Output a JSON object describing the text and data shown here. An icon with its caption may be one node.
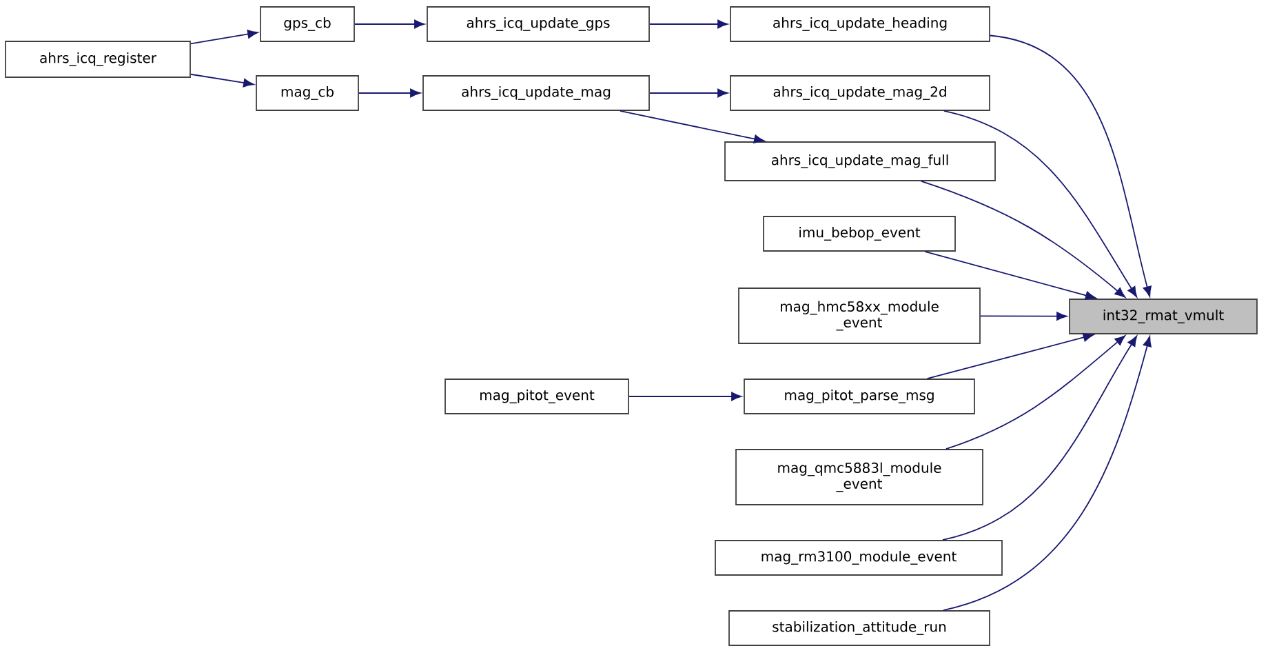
{
  "diagram": {
    "nodes": [
      {
        "text": [
          "int32_rmat_vmult"
        ]
      },
      {
        "text": [
          "ahrs_icq_update_heading"
        ]
      },
      {
        "text": [
          "ahrs_icq_update_mag_2d"
        ]
      },
      {
        "text": [
          "ahrs_icq_update_mag_full"
        ]
      },
      {
        "text": [
          "imu_bebop_event"
        ]
      },
      {
        "text": [
          "mag_hmc58xx_module _event"
        ]
      },
      {
        "text": [
          "mag_pitot_parse_msg"
        ]
      },
      {
        "text": [
          "mag_qmc5883l_module _event"
        ]
      },
      {
        "text": [
          "mag_rm3100_module_event"
        ]
      },
      {
        "text": [
          "stabilization_attitude_run"
        ]
      },
      {
        "text": [
          "ahrs_icq_update_gps"
        ]
      },
      {
        "text": [
          "ahrs_icq_update_mag"
        ]
      },
      {
        "text": [
          "gps_cb"
        ]
      },
      {
        "text": [
          "mag_cb"
        ]
      },
      {
        "text": [
          "ahrs_icq_register"
        ]
      },
      {
        "text": [
          "mag_pitot_event"
        ]
      }
    ],
    "edges": [
      {
        "from": 1,
        "to": 0,
        "arrow": "to"
      },
      {
        "from": 2,
        "to": 0,
        "arrow": "to"
      },
      {
        "from": 3,
        "to": 0,
        "arrow": "to"
      },
      {
        "from": 4,
        "to": 0,
        "arrow": "to"
      },
      {
        "from": 5,
        "to": 0,
        "arrow": "to"
      },
      {
        "from": 6,
        "to": 0,
        "arrow": "to"
      },
      {
        "from": 7,
        "to": 0,
        "arrow": "to"
      },
      {
        "from": 8,
        "to": 0,
        "arrow": "to"
      },
      {
        "from": 9,
        "to": 0,
        "arrow": "to"
      },
      {
        "from": 10,
        "to": 1,
        "arrow": "to"
      },
      {
        "from": 11,
        "to": 2,
        "arrow": "to"
      },
      {
        "from": 11,
        "to": 3,
        "arrow": "to"
      },
      {
        "from": 12,
        "to": 10,
        "arrow": "to"
      },
      {
        "from": 13,
        "to": 11,
        "arrow": "to"
      },
      {
        "from": 14,
        "to": 12,
        "arrow": "to"
      },
      {
        "from": 14,
        "to": 13,
        "arrow": "to"
      },
      {
        "from": 15,
        "to": 6,
        "arrow": "to"
      }
    ]
  }
}
